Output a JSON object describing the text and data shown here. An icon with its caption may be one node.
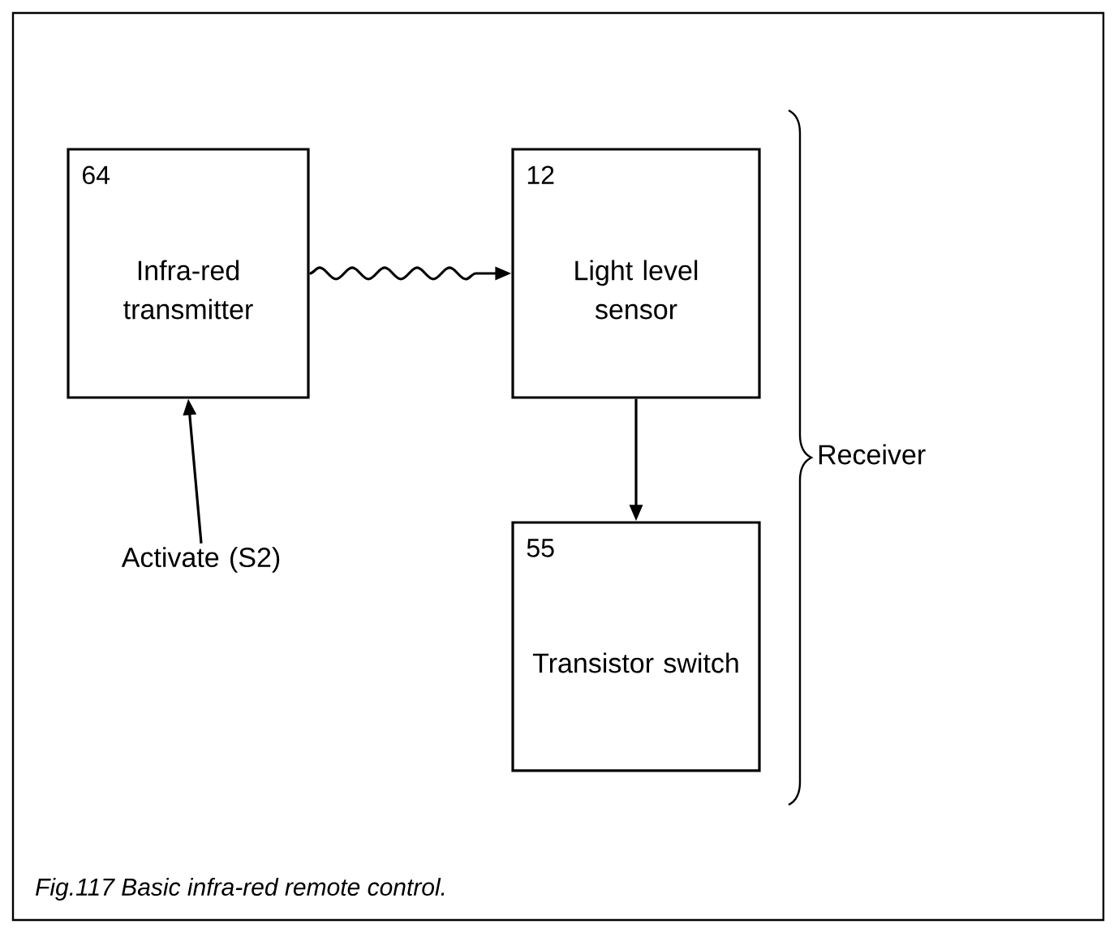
{
  "diagram": {
    "caption": "Fig.117 Basic infra-red remote control.",
    "nodes": [
      {
        "text": [
          "64",
          "Infra-red transmitter"
        ]
      },
      {
        "text": [
          "12",
          "Light level sensor"
        ]
      },
      {
        "text": [
          "55",
          "Transistor switch"
        ]
      },
      {
        "text": [
          "Activate (S2)"
        ]
      }
    ],
    "edges": [
      {
        "from": 3,
        "to": 0,
        "arrow": "to"
      },
      {
        "from": 0,
        "to": 1,
        "arrow": "to"
      },
      {
        "from": 1,
        "to": 2,
        "arrow": "to"
      }
    ],
    "labels": [
      "Receiver"
    ]
  }
}
